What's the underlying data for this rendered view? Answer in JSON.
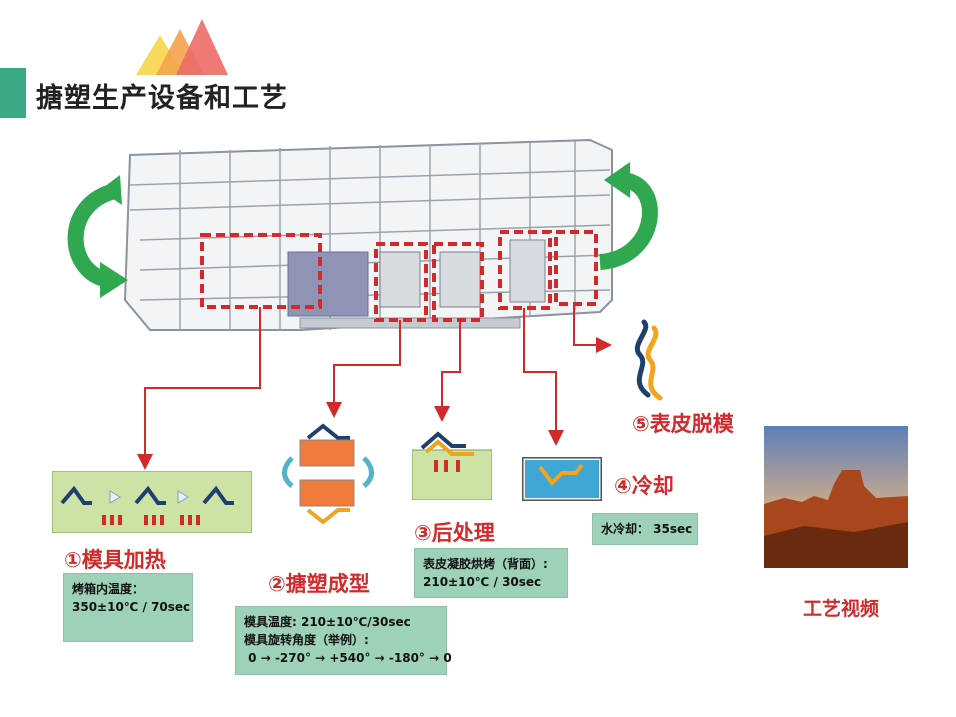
{
  "title": "搪塑生产设备和工艺",
  "steps": [
    {
      "title": "①模具加热",
      "info": "烤箱内温度：\n350±10℃ / 70sec"
    },
    {
      "title": "②搪塑成型",
      "info": "模具温度: 210±10℃/30sec\n模具旋转角度（举例）:\n 0 → -270° → +540° → -180° → 0"
    },
    {
      "title": "③后处理",
      "info": "表皮凝胶烘烤（背面）:\n210±10℃ / 30sec"
    },
    {
      "title": "④冷却",
      "info": "水冷却： 35sec"
    },
    {
      "title": "⑤表皮脱模"
    }
  ],
  "video": {
    "label": "工艺视频"
  },
  "colors": {
    "accent_green": "#3aa985",
    "panel_green": "#9ed2b8",
    "red": "#d22a2a",
    "arrow_green": "#2fa84f"
  }
}
